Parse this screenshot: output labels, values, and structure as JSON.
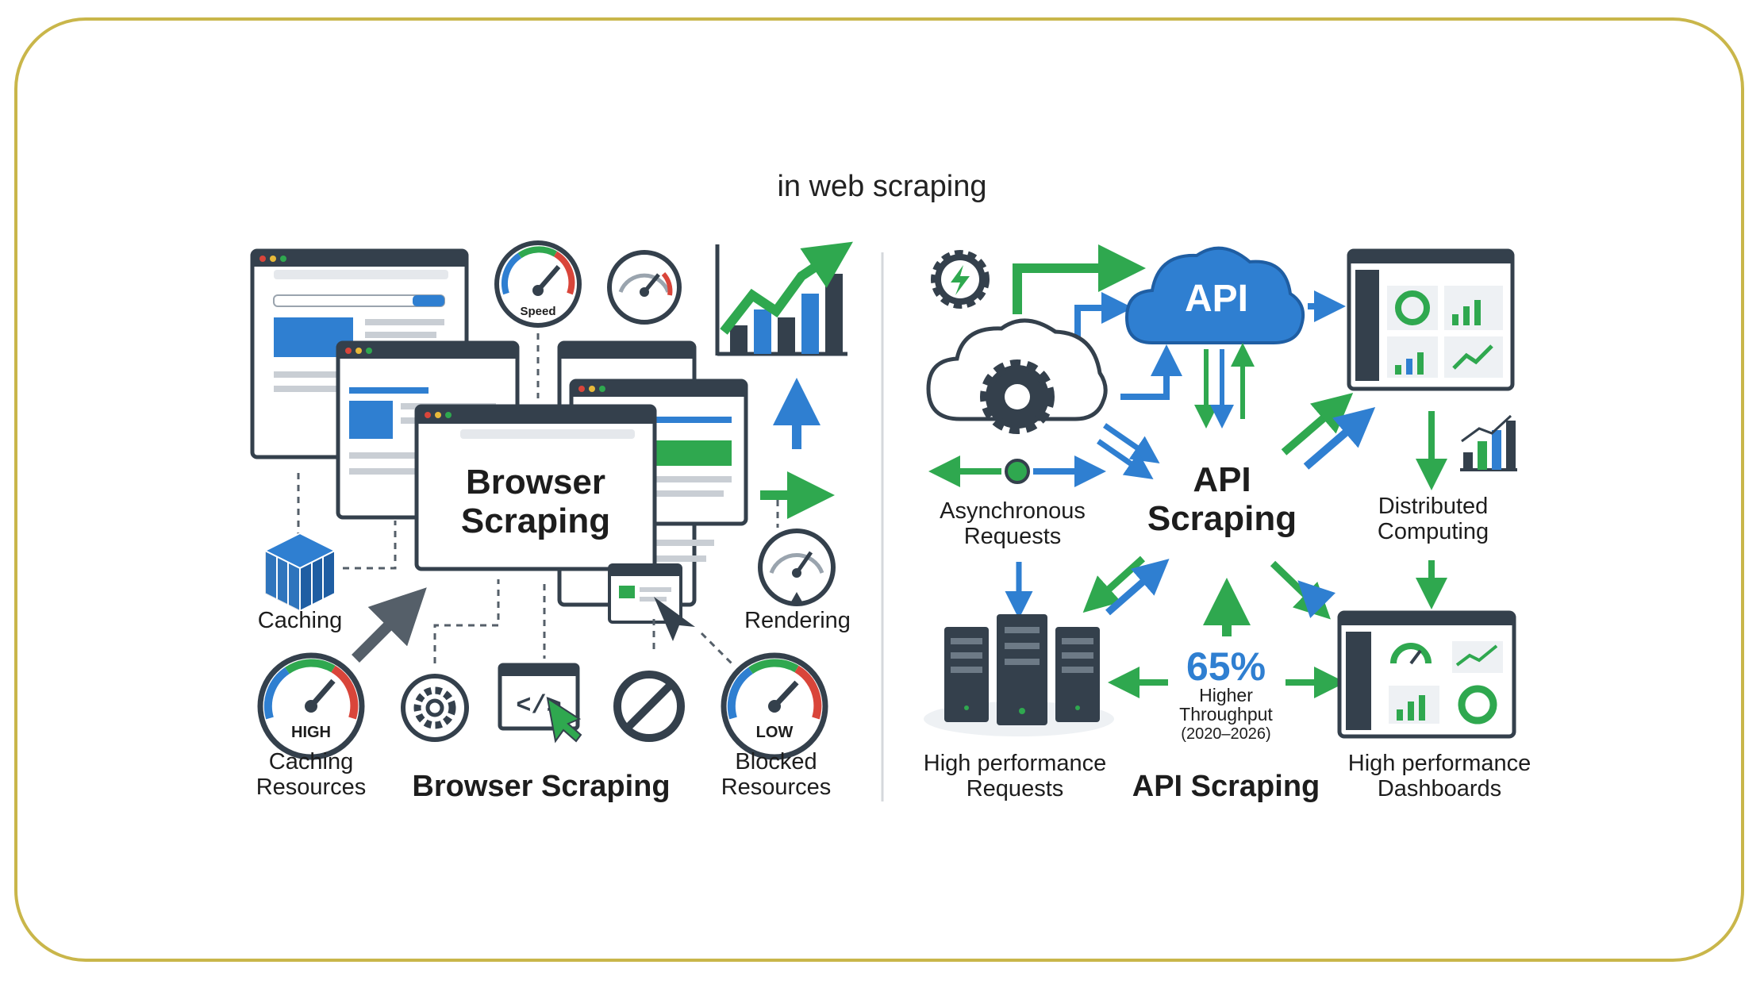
{
  "subtitle": "in web scraping",
  "left": {
    "title": "Browser Scraping",
    "center_label": "Browser Scraping",
    "gauge_speed": "Speed",
    "gauge_high": "HIGH",
    "gauge_low": "LOW",
    "caching": "Caching",
    "rendering": "Rendering",
    "caching_resources": "Caching Resources",
    "blocked_resources": "Blocked Resources"
  },
  "right": {
    "title": "API Scraping",
    "center_label": "API Scraping",
    "cloud_label": "API",
    "async_requests": "Asynchronous Requests",
    "distributed": "Distributed Computing",
    "hp_requests": "High performance Requests",
    "hp_dashboards": "High performance Dashboards",
    "stat_value": "65%",
    "stat_line1": "Higher",
    "stat_line2": "Throughput",
    "stat_years": "(2020–2026)"
  },
  "colors": {
    "blue": "#2f7fd1",
    "green": "#2fa84f",
    "dark": "#34404c",
    "red": "#d9453a",
    "frame": "#c9b64a"
  }
}
